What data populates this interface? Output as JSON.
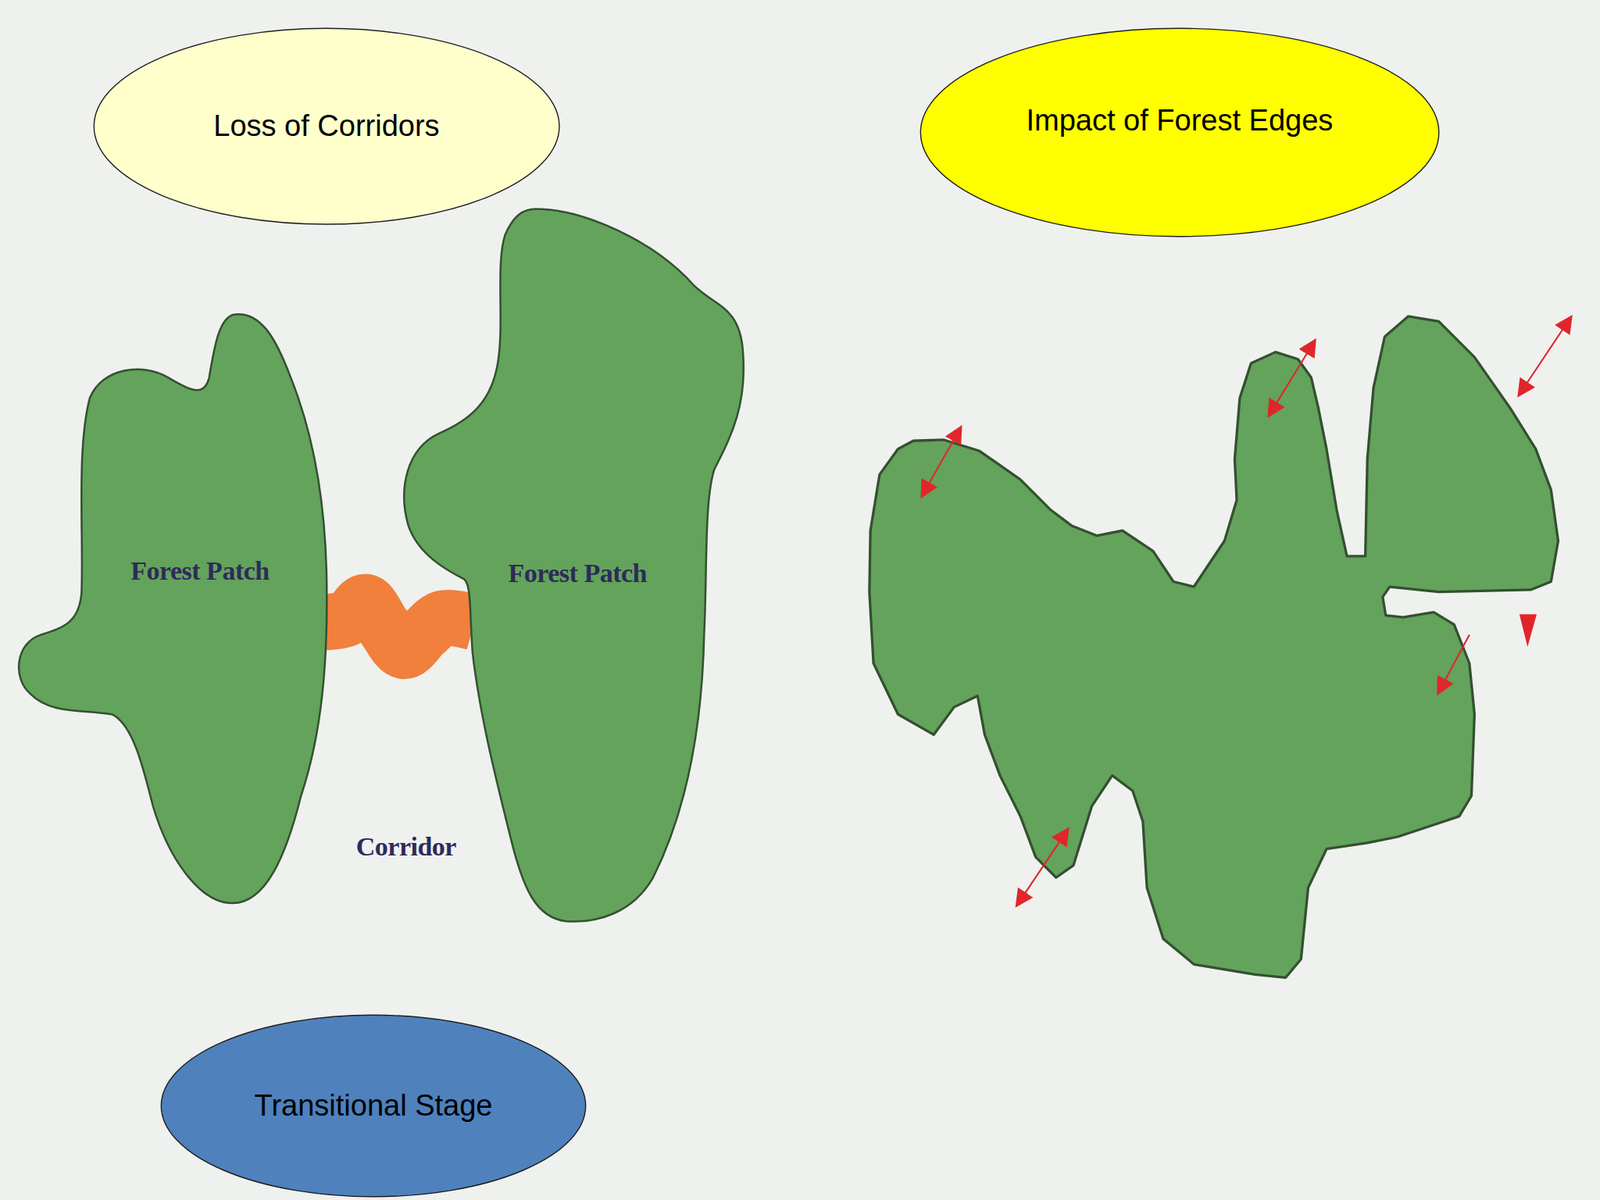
{
  "diagram": {
    "nodes": [
      {
        "text": [
          "Loss of Corridors"
        ]
      },
      {
        "text": [
          "Impact of Forest Edges"
        ]
      },
      {
        "text": [
          "Forest Patch"
        ]
      },
      {
        "text": [
          "Forest Patch"
        ]
      },
      {
        "text": [
          "Transitional Stage"
        ]
      }
    ],
    "edges": [
      {
        "from": 2,
        "to": 3,
        "arrow": "none",
        "label": "Corridor"
      }
    ]
  }
}
